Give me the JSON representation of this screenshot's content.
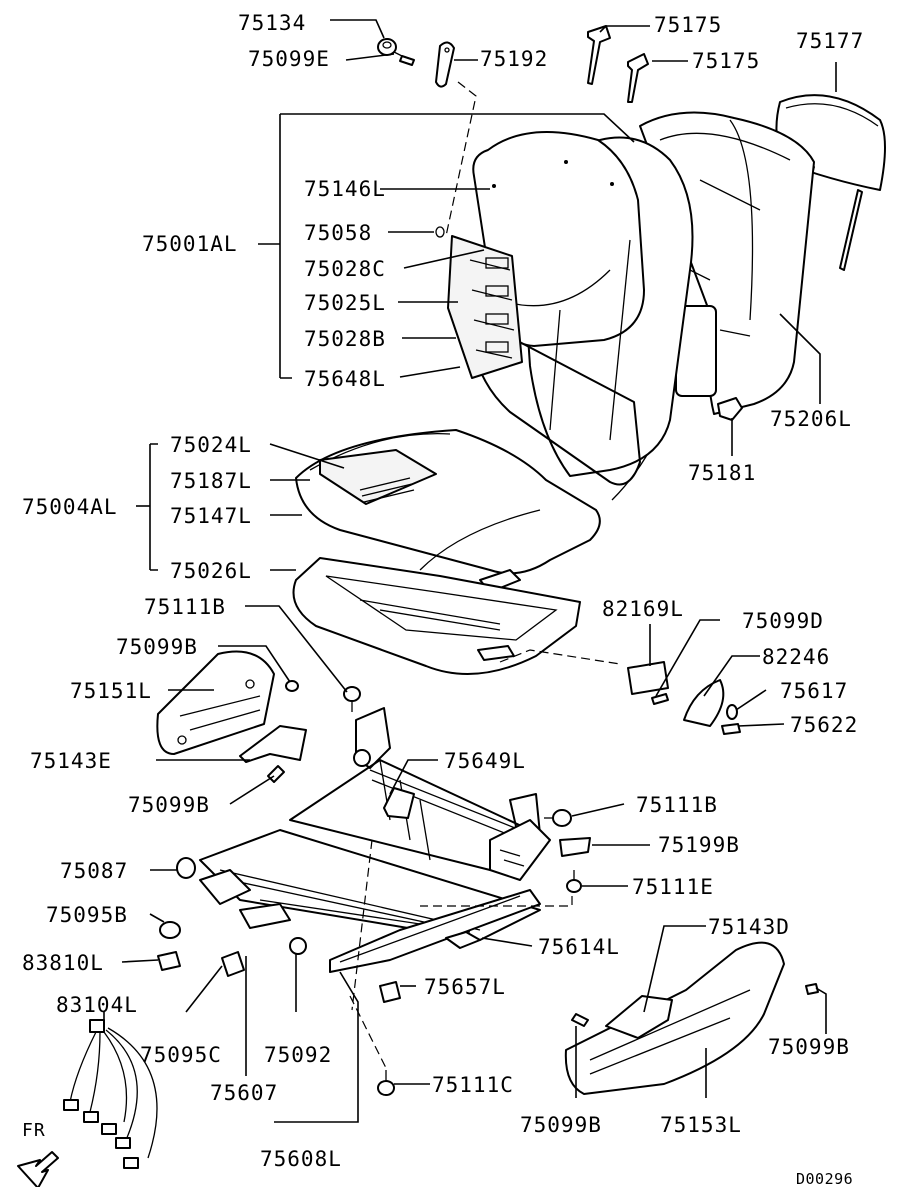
{
  "diagram_id": "D00296",
  "direction_label": "FR",
  "labels": {
    "p75134": "75134",
    "p75099E": "75099E",
    "p75192": "75192",
    "p75175a": "75175",
    "p75175b": "75175",
    "p75177": "75177",
    "p75001AL": "75001AL",
    "p75146L": "75146L",
    "p75058": "75058",
    "p75028C": "75028C",
    "p75025L": "75025L",
    "p75028B": "75028B",
    "p75648L": "75648L",
    "p75206L": "75206L",
    "p75181": "75181",
    "p75004AL": "75004AL",
    "p75024L": "75024L",
    "p75187L": "75187L",
    "p75147L": "75147L",
    "p75026L": "75026L",
    "p75111B_top": "75111B",
    "p75099B_a": "75099B",
    "p75151L": "75151L",
    "p75143E": "75143E",
    "p75099B_b": "75099B",
    "p82169L": "82169L",
    "p75099D": "75099D",
    "p82246": "82246",
    "p75617": "75617",
    "p75622": "75622",
    "p75649L": "75649L",
    "p75111B_r": "75111B",
    "p75199B": "75199B",
    "p75111E": "75111E",
    "p75087": "75087",
    "p75095B": "75095B",
    "p83810L": "83810L",
    "p75614L": "75614L",
    "p75143D": "75143D",
    "p75657L": "75657L",
    "p83104L": "83104L",
    "p75095C": "75095C",
    "p75092": "75092",
    "p75099B_c": "75099B",
    "p75607": "75607",
    "p75111C": "75111C",
    "p75099B_d": "75099B",
    "p75153L": "75153L",
    "p75608L": "75608L"
  }
}
